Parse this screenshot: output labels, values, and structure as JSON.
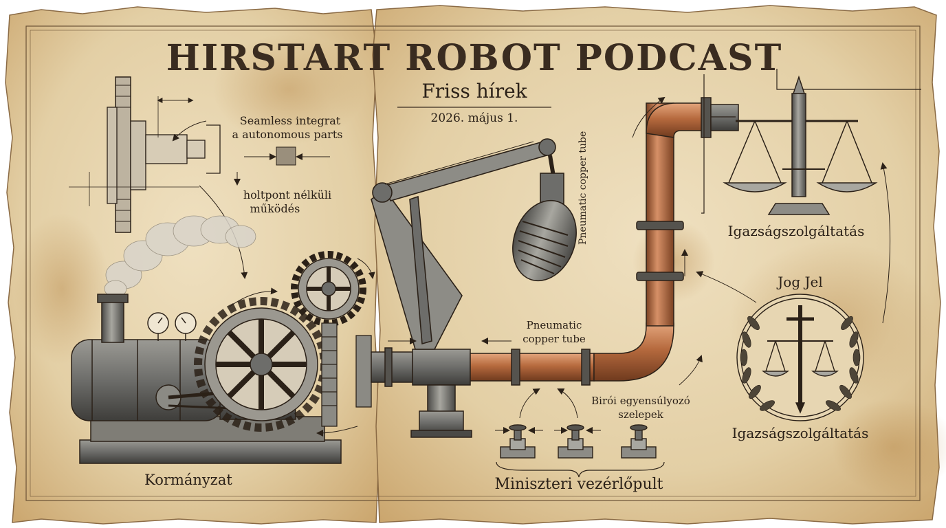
{
  "title": "HIRSTART ROBOT PODCAST",
  "subtitle": "Friss hírek",
  "date": "2026. május 1.",
  "labels": {
    "seamless_1": "Seamless integrat",
    "seamless_2": "a autonomous parts",
    "holtpont_1": "holtpont nélküli",
    "holtpont_2": "működés",
    "pneumatic_horizontal_1": "Pneumatic",
    "pneumatic_horizontal_2": "copper tube",
    "pneumatic_vertical": "Pneumatic copper tube",
    "biroi_1": "Birói egyensúlyozó",
    "biroi_2": "szelepek",
    "kormanyzat": "Kormányzat",
    "miniszteri": "Miniszteri vezérlőpult",
    "igazsag_top": "Igazságszolgáltatás",
    "jog_jel": "Jog Jel",
    "igazsag_bottom": "Igazságszolgáltatás"
  },
  "colors": {
    "paper": "#e8d7b5",
    "paper_dark": "#c9a36a",
    "ink": "#2b2118",
    "copper": "#b66a3e",
    "iron": "#6d6d6a"
  },
  "icons": [
    "steam-engine-icon",
    "gear-icon",
    "robot-arm-icon",
    "microphone-icon",
    "copper-pipe-icon",
    "valve-icon",
    "scales-icon",
    "sword-emblem-icon",
    "laurel-icon",
    "flywheel-icon"
  ]
}
